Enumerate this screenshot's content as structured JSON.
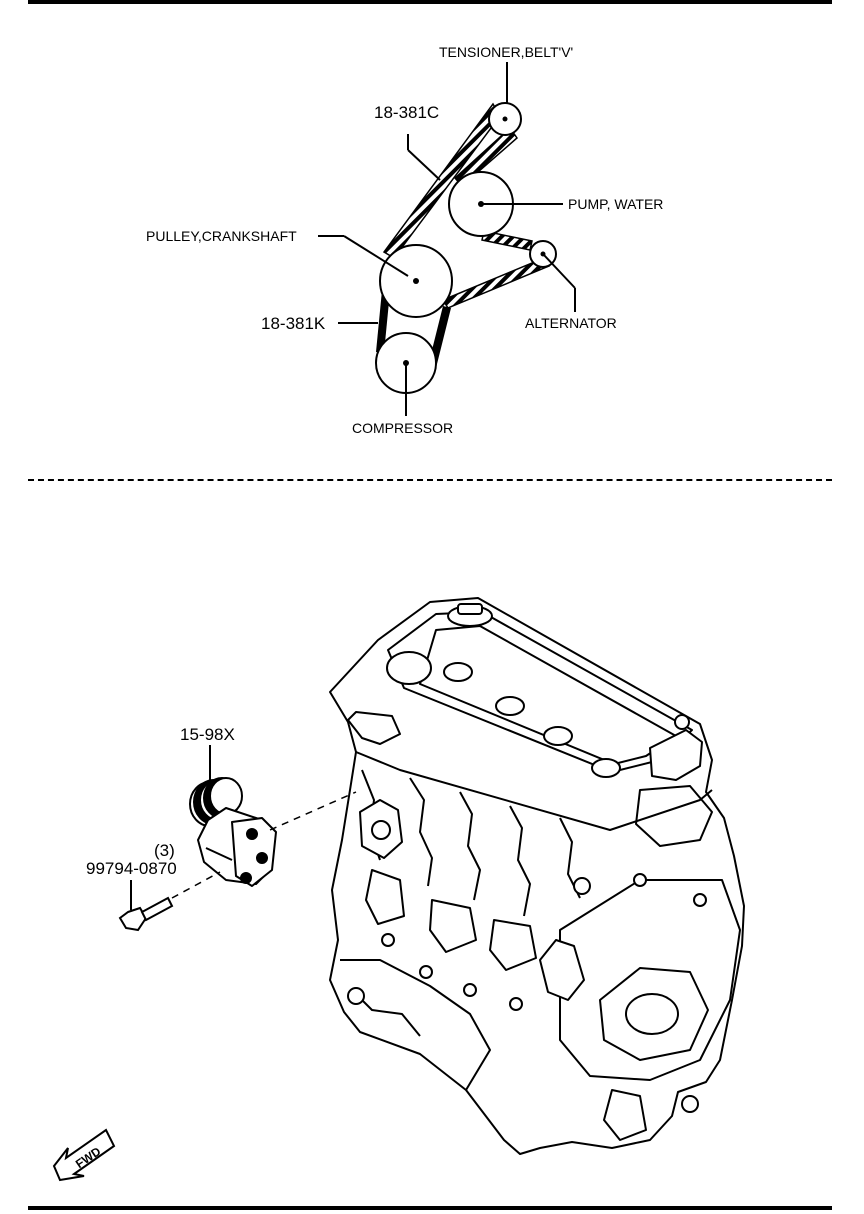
{
  "belt_diagram": {
    "labels": {
      "tensioner": "TENSIONER,BELT'V'",
      "belt_upper": "18-381C",
      "pump_water": "PUMP, WATER",
      "pulley_crankshaft": "PULLEY,CRANKSHAFT",
      "belt_lower": "18-381K",
      "alternator": "ALTERNATOR",
      "compressor": "COMPRESSOR"
    }
  },
  "engine_diagram": {
    "labels": {
      "part_number": "15-98X",
      "bolt_qty": "(3)",
      "bolt_number": "99794-0870",
      "fwd": "FWD"
    }
  }
}
